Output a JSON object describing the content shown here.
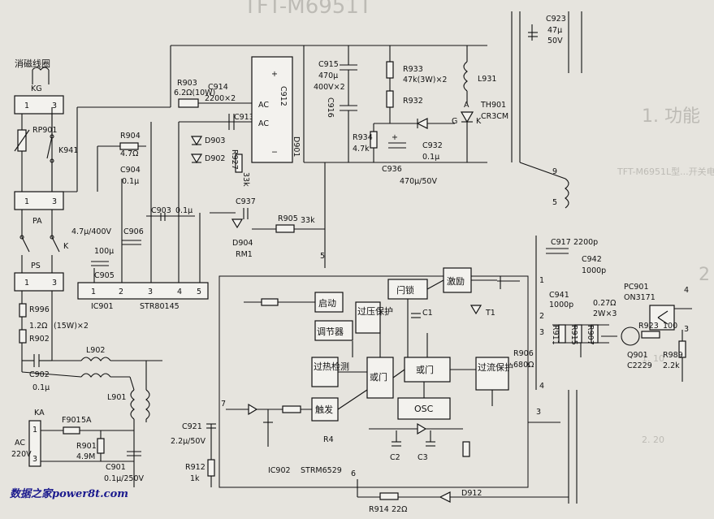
{
  "watermark": "数据之家power8t.com",
  "background_text": {
    "header_partial": "TFT-M6951T",
    "section_1": "1. 功能",
    "section_2": "2",
    "para_fragment": "TFT-M6951L型...开关电源...",
    "table_row_1": "1. 10",
    "table_row_2": "2. 20"
  },
  "labels": {
    "degauss_coil": "消磁线圈",
    "kg": "KG",
    "rp901": "RP901",
    "k941": "K941",
    "pa": "PA",
    "k": "K",
    "ps": "PS",
    "ka": "KA",
    "ac": "AC",
    "v220": "220V",
    "r996": "R996",
    "r996_val": "1.2Ω",
    "r902": "R902",
    "r996_note": "(15W)×2",
    "c902": "C902",
    "c902_val": "0.1μ",
    "l902": "L902",
    "l901": "L901",
    "f901": "F901",
    "f901_val": "5A",
    "r901": "R901",
    "r901_val": "4.9M",
    "c901": "C901",
    "c901_val": "0.1μ/250V",
    "r903": "R903",
    "r903_val": "6.2Ω(10W)",
    "c914": "C914",
    "c914_val": "2200×2",
    "c913": "C913",
    "c912": "C912",
    "r904": "R904",
    "r904_val": "4.7Ω",
    "c904": "C904",
    "c904_val": "0.1μ",
    "d903": "D903",
    "d902": "D902",
    "r927": "R927",
    "r927_val": "33k",
    "d901": "D901",
    "ac1": "AC",
    "ac2": "AC",
    "plus": "+",
    "minus": "−",
    "c915": "C915",
    "c915_val": "470μ",
    "c915_rating": "400V×2",
    "c916": "C916",
    "r933": "R933",
    "r933_val": "47k(3W)×2",
    "r932": "R932",
    "r934": "R934",
    "r934_val": "4.7k",
    "c932": "C932",
    "c932_val": "0.1μ",
    "c936": "C936",
    "c936_val": "470μ/50V",
    "l931": "L931",
    "th901": "TH901",
    "cr3cm": "CR3CM",
    "pin_a": "A",
    "pin_g": "G",
    "pin_k": "K",
    "c923": "C923",
    "c923_val": "47μ",
    "c923_rating": "50V",
    "c937": "C937",
    "d904": "D904",
    "rm1": "RM1",
    "r905": "R905",
    "r905_val": "33k",
    "c903": "C903",
    "c903_val": "0.1μ",
    "c906": "C906",
    "c906_val": "4.7μ/400V",
    "c905": "C905",
    "c905_val": "100μ",
    "ic901": "IC901",
    "ic901_part": "STR80145",
    "pins_901": [
      "1",
      "2",
      "3",
      "4",
      "5"
    ],
    "c917": "C917",
    "c917_val": "2200p",
    "c942": "C942",
    "c942_val": "1000p",
    "c941": "C941",
    "c941_val": "1000p",
    "t1": "T1",
    "r915_val": "0.27Ω",
    "r915_rating": "2W×3",
    "r911": "R911",
    "r915": "R915",
    "r907": "R907",
    "r906": "R906",
    "r906_val": "680Ω",
    "r923": "R923",
    "r923_val": "100",
    "q901": "Q901",
    "q901_part": "C2229",
    "r989": "R989",
    "r989_val": "2.2k",
    "pc901": "PC901",
    "pc901_part": "ON3171",
    "node_9": "9",
    "node_5a": "5",
    "node_5b": "5",
    "node_1": "1",
    "node_2": "2",
    "node_3": "3",
    "node_4": "4",
    "node_6": "6",
    "node_7": "7",
    "pc_4": "4",
    "pc_3": "3",
    "c921": "C921",
    "c921_val": "2.2μ/50V",
    "r912": "R912",
    "r912_val": "1k",
    "r4": "R4",
    "c1": "C1",
    "c2": "C2",
    "c3": "C3",
    "ic902": "IC902",
    "ic902_part": "STRM6529",
    "r914": "R914",
    "r914_val": "22Ω",
    "d912": "D912",
    "blk_start": "启动",
    "blk_reg": "调节器",
    "blk_ovp": "过压保护",
    "blk_latch": "闩锁",
    "blk_drive": "激励",
    "blk_thermal": "过热检测",
    "blk_or1": "或门",
    "blk_or2": "或门",
    "blk_trigger": "触发",
    "blk_osc": "OSC",
    "blk_ocp": "过流保护"
  }
}
